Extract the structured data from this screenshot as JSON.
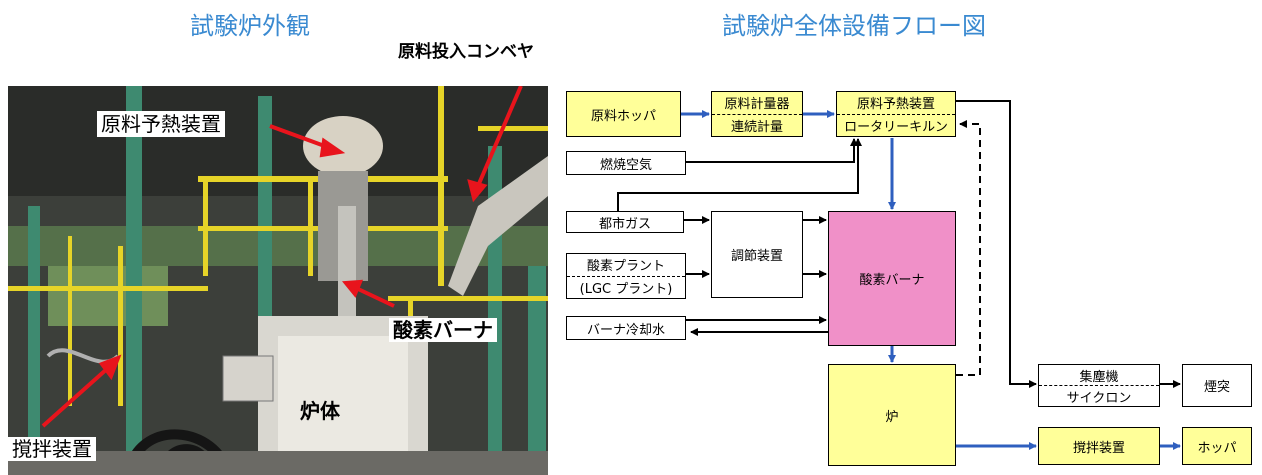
{
  "left_panel": {
    "title": "試験炉外観",
    "label_conveyor": "原料投入コンベヤ",
    "label_preheater": "原料予熱装置",
    "label_burner": "酸素バーナ",
    "label_body": "炉体",
    "label_stirrer": "撹拌装置"
  },
  "right_panel": {
    "title": "試験炉全体設備フロー図"
  },
  "flow": {
    "hopper": "原料ホッパ",
    "meter_top": "原料計量器",
    "meter_bottom": "連続計量",
    "preheat_top": "原料予熱装置",
    "preheat_bottom": "ロータリーキルン",
    "combustion_air": "燃焼空気",
    "city_gas": "都市ガス",
    "oxygen_top": "酸素プラント",
    "oxygen_bottom": "(LGC プラント)",
    "regulator": "調節装置",
    "burner": "酸素バーナ",
    "coolant": "バーナ冷却水",
    "furnace": "炉",
    "dust_top": "集塵機",
    "dust_bottom": "サイクロン",
    "stack": "煙突",
    "stirrer": "撹拌装置",
    "out_hopper": "ホッパ"
  },
  "colors": {
    "title_blue": "#3a8ad1",
    "arrow_blue": "#2f5fbf",
    "box_yellow": "#ffff99",
    "box_pink": "#f090c8",
    "callout_red": "#e8141c"
  }
}
